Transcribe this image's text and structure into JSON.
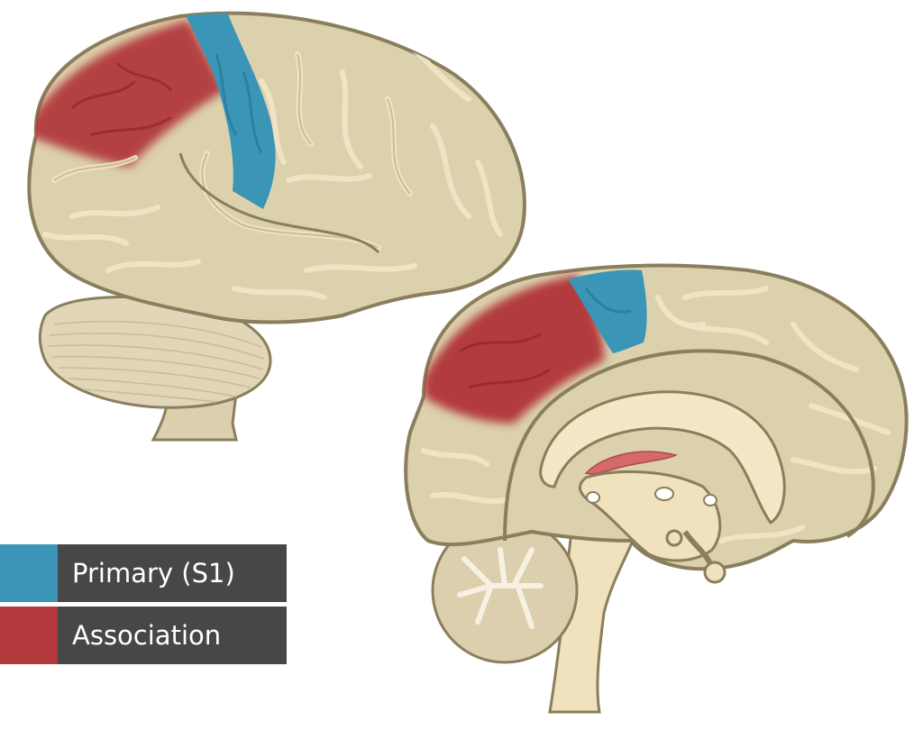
{
  "figure": {
    "views": [
      {
        "name": "lateral view"
      },
      {
        "name": "medial view"
      }
    ]
  },
  "colors": {
    "primary": "#3a95b7",
    "association": "#b23a3c",
    "cortex": "#dcd1ad",
    "sulcus": "#f2e5c7",
    "outline": "#8a7e5d",
    "legend_bg": "#474747"
  },
  "legend": {
    "items": [
      {
        "label": "Primary (S1)",
        "color": "#3a95b7"
      },
      {
        "label": "Association",
        "color": "#b23a3c"
      }
    ]
  }
}
